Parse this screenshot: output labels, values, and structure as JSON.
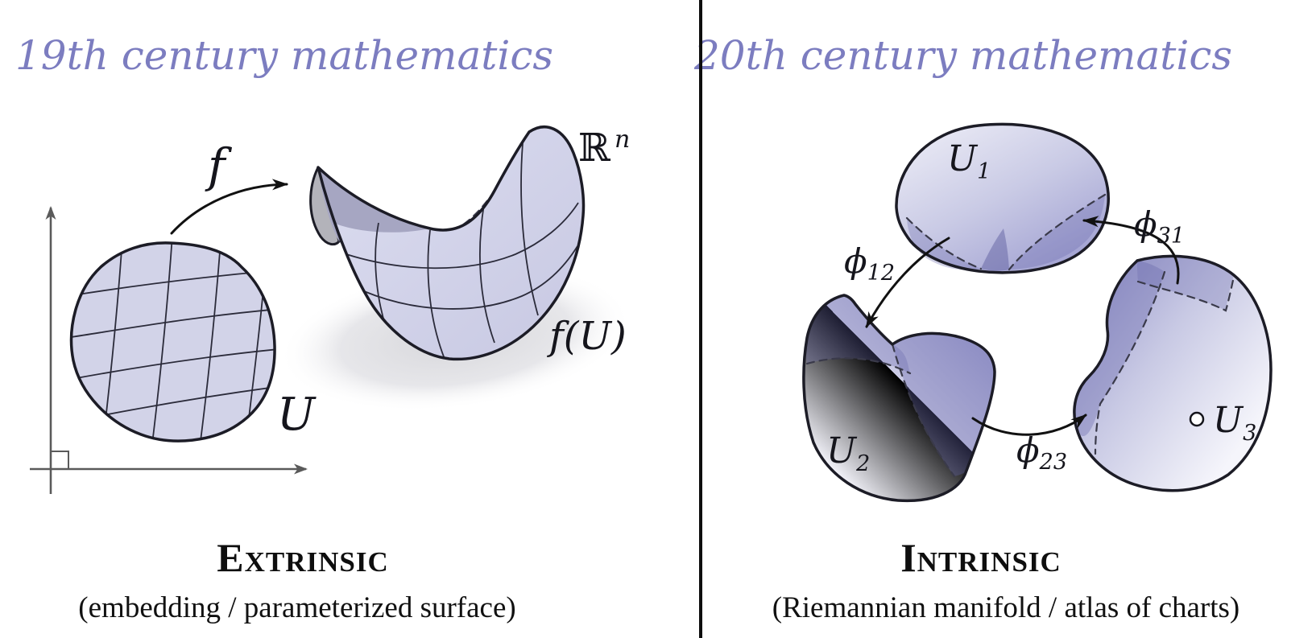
{
  "figure": "extrinsic-vs-intrinsic-geometry",
  "left_panel": {
    "title": "19th century mathematics",
    "caption": "Extrinsic",
    "subcaption": "(embedding / parameterized surface)",
    "labels": {
      "map": "f",
      "domain": "U",
      "ambient_base": "ℝ",
      "ambient_sup": "n",
      "image": "f(U)"
    }
  },
  "right_panel": {
    "title": "20th century mathematics",
    "caption": "Intrinsic",
    "subcaption": "(Riemannian manifold / atlas of charts)",
    "charts": [
      {
        "base": "U",
        "sub": "1"
      },
      {
        "base": "U",
        "sub": "2"
      },
      {
        "base": "U",
        "sub": "3"
      }
    ],
    "transition_maps": [
      {
        "base": "ϕ",
        "sub": "12"
      },
      {
        "base": "ϕ",
        "sub": "23"
      },
      {
        "base": "ϕ",
        "sub": "31"
      }
    ]
  },
  "colors": {
    "title_purple": "#7c7dc0",
    "ink": "#111111",
    "blob_fill": "#d2d3e8",
    "blob_gradient_dark": "#9d9dd0",
    "overlap_shade": "#8e8ec6",
    "axis_gray": "#5a5a5a",
    "underside_gray": "#b3b3ba",
    "shadow_gray": "#dcdcdf"
  }
}
